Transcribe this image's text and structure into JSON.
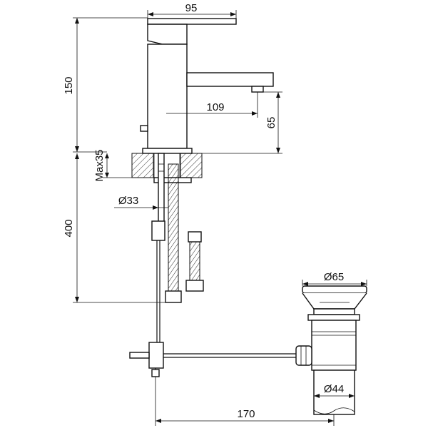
{
  "dimensions": {
    "width_top": "95",
    "height_faucet": "150",
    "spout_reach": "109",
    "spout_height": "65",
    "max_deck": "Max35",
    "hole_diameter": "Ø33",
    "hose_length": "400",
    "drain_head_diameter": "Ø65",
    "drain_diameter": "Ø44",
    "rod_length": "170"
  },
  "colors": {
    "line": "#111111",
    "background": "#ffffff"
  }
}
